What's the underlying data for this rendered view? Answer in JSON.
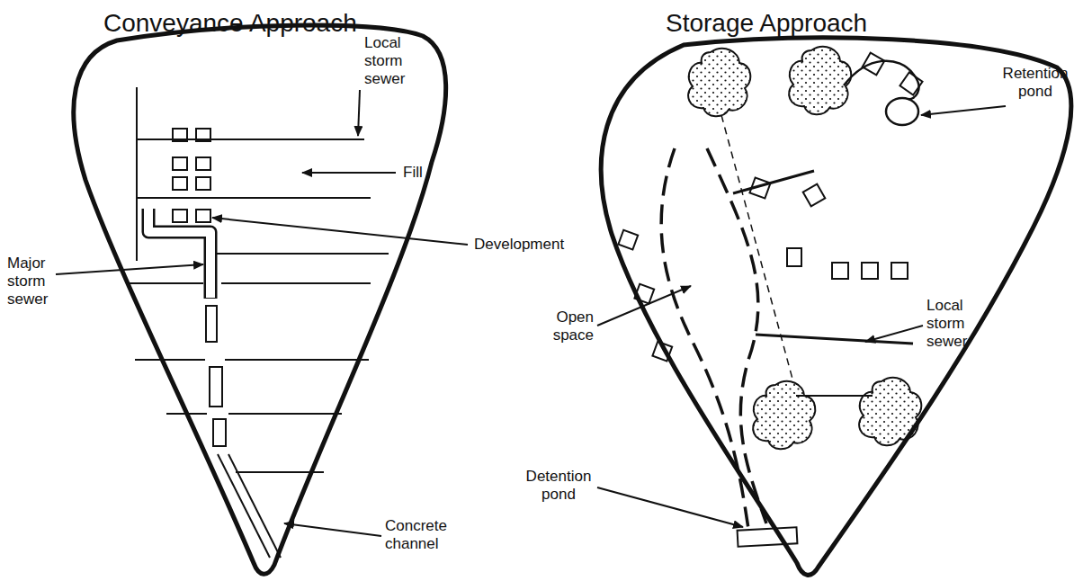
{
  "diagram": {
    "labels": [
      "Conveyance Approach",
      "Local storm sewer",
      "Fill",
      "Development",
      "Major storm sewer",
      "Concrete channel",
      "Storage Approach",
      "Retention pond",
      "Open space",
      "Local storm sewer",
      "Detention pond"
    ]
  }
}
